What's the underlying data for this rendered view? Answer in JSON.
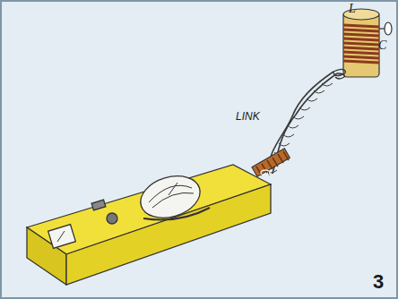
{
  "diagram": {
    "labels": [
      "L",
      "C",
      "LINK",
      "3"
    ]
  }
}
